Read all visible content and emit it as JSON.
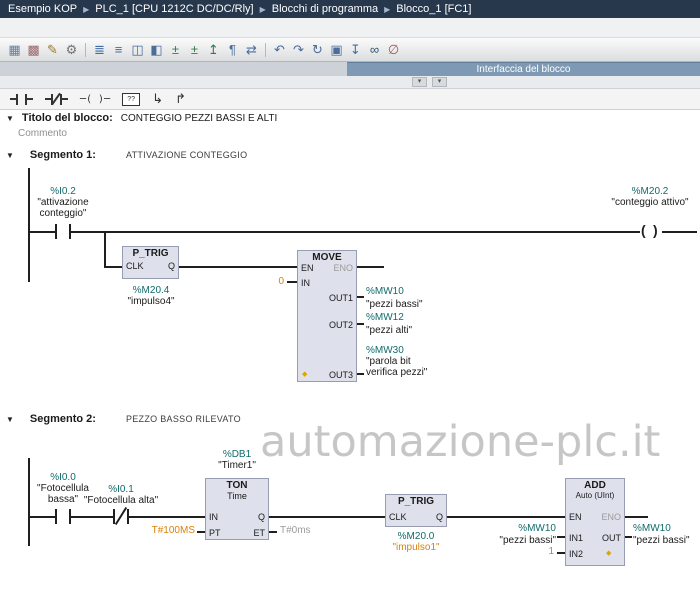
{
  "breadcrumb": {
    "separator": "▶",
    "items": [
      "Esempio KOP",
      "PLC_1 [CPU 1212C DC/DC/Rly]",
      "Blocchi di programma",
      "Blocco_1 [FC1]"
    ]
  },
  "toolbar": {
    "icons": [
      {
        "name": "insert-network-icon",
        "glyph": "▦",
        "style": "color:#5d7da2"
      },
      {
        "name": "delete-network-icon",
        "glyph": "▩",
        "style": "color:#97656a"
      },
      {
        "name": "rename-network-icon",
        "glyph": "✎",
        "style": "color:#96782e"
      },
      {
        "name": "network-properties-icon",
        "glyph": "⚙",
        "style": "color:#6f7377"
      },
      {
        "name": "open-all-networks-icon",
        "glyph": "≣",
        "style": "color:#3f6ca6"
      },
      {
        "name": "close-all-networks-icon",
        "glyph": "≡",
        "style": "color:#3f6ca6"
      },
      {
        "name": "show-comments-icon",
        "glyph": "◫",
        "style": "color:#4a6d9b"
      },
      {
        "name": "show-operand-info-icon",
        "glyph": "◧",
        "style": "color:#4a6d9b"
      },
      {
        "name": "insert-input-icon",
        "glyph": "±",
        "style": "color:#2e7d46"
      },
      {
        "name": "insert-output-icon",
        "glyph": "±",
        "style": "color:#2e7d46"
      },
      {
        "name": "invert-rlo-icon",
        "glyph": "↥",
        "style": "color:#2e7d46"
      },
      {
        "name": "network-comment-icon",
        "glyph": "¶",
        "style": "color:#4a6d9b"
      },
      {
        "name": "absolute-symbolic-toggle-icon",
        "glyph": "⇄",
        "style": "color:#4a6d9b"
      },
      {
        "name": "goto-previous-error-icon",
        "glyph": "↶",
        "style": "color:#4a6d9b"
      },
      {
        "name": "goto-next-error-icon",
        "glyph": "↷",
        "style": "color:#4a6d9b"
      },
      {
        "name": "update-block-call-icon",
        "glyph": "↻",
        "style": "color:#4a6d9b"
      },
      {
        "name": "snapshot-icon",
        "glyph": "▣",
        "style": "color:#4a6d9b"
      },
      {
        "name": "load-snapshot-icon",
        "glyph": "↧",
        "style": "color:#4a6d9b"
      },
      {
        "name": "monitoring-icon",
        "glyph": "∞",
        "style": "color:#33566e"
      },
      {
        "name": "stop-monitoring-icon",
        "glyph": "∅",
        "style": "color:#9b5a5a"
      }
    ]
  },
  "interface_bar": {
    "label": "Interfaccia del blocco"
  },
  "substrip": {
    "buttons": [
      {
        "name": "interface-collapse-button",
        "glyph": "▾"
      },
      {
        "name": "interface-expand-button",
        "glyph": "▾"
      }
    ]
  },
  "ladder_tools": {
    "empty_box_label": "??",
    "coil_glyph": "─( )─",
    "open_branch_glyph": "↳",
    "close_branch_glyph": "↱"
  },
  "block": {
    "collapse_glyph": "▼",
    "title_label": "Titolo del blocco:",
    "title_value": "CONTEGGIO PEZZI BASSI E ALTI",
    "comment": "Commento"
  },
  "segment1": {
    "collapse_glyph": "▼",
    "label": "Segmento 1:",
    "title": "ATTIVAZIONE CONTEGGIO",
    "contact_attivazione": {
      "address": "%I0.2",
      "name": "\"attivazione\nconteggio\""
    },
    "coil_conteggio": {
      "address": "%M20.2",
      "name": "\"conteggio attivo\""
    },
    "ptrig": {
      "title": "P_TRIG",
      "pin_clk": "CLK",
      "pin_q": "Q",
      "address": "%M20.4",
      "name": "\"impulso4\""
    },
    "move": {
      "title": "MOVE",
      "pin_en": "EN",
      "pin_eno": "ENO",
      "pin_in": "IN",
      "in_value": "0",
      "pin_out1": "OUT1",
      "pin_out2": "OUT2",
      "pin_out3": "OUT3",
      "new_pin_marker": "◆",
      "out1": {
        "address": "%MW10",
        "name": "\"pezzi bassi\""
      },
      "out2": {
        "address": "%MW12",
        "name": "\"pezzi alti\""
      },
      "out3": {
        "address": "%MW30",
        "name": "\"parola bit\nverifica pezzi\""
      }
    }
  },
  "segment2": {
    "collapse_glyph": "▼",
    "label": "Segmento 2:",
    "title": "PEZZO BASSO RILEVATO",
    "watermark": "automazione-plc.it",
    "contact_bassa": {
      "address": "%I0.0",
      "name": "\"Fotocellula\nbassa\""
    },
    "contact_alta": {
      "address": "%I0.1",
      "name": "\"Fotocellula alta\""
    },
    "timer": {
      "db_address": "%DB1",
      "db_name": "\"Timer1\"",
      "title": "TON",
      "subtitle": "Time",
      "pin_in": "IN",
      "pin_pt": "PT",
      "pin_q": "Q",
      "pin_et": "ET",
      "pt_value": "T#100MS",
      "et_value": "T#0ms"
    },
    "ptrig": {
      "title": "P_TRIG",
      "pin_clk": "CLK",
      "pin_q": "Q",
      "address": "%M20.0",
      "name": "\"impulso1\""
    },
    "add": {
      "title": "ADD",
      "subtitle": "Auto (UInt)",
      "pin_en": "EN",
      "pin_eno": "ENO",
      "pin_in1": "IN1",
      "pin_in2": "IN2",
      "pin_out": "OUT",
      "in2_value": "1",
      "new_pin_marker": "◆",
      "in1": {
        "address": "%MW10",
        "name": "\"pezzi bassi\""
      },
      "out": {
        "address": "%MW10",
        "name": "\"pezzi bassi\""
      }
    }
  },
  "colors": {
    "breadcrumb_bg": "#27384d",
    "interface_bar_blue": "#7e99b4",
    "operand_teal": "#116b6b",
    "constant_orange": "#d8820f",
    "box_fill": "#dee1eb"
  }
}
